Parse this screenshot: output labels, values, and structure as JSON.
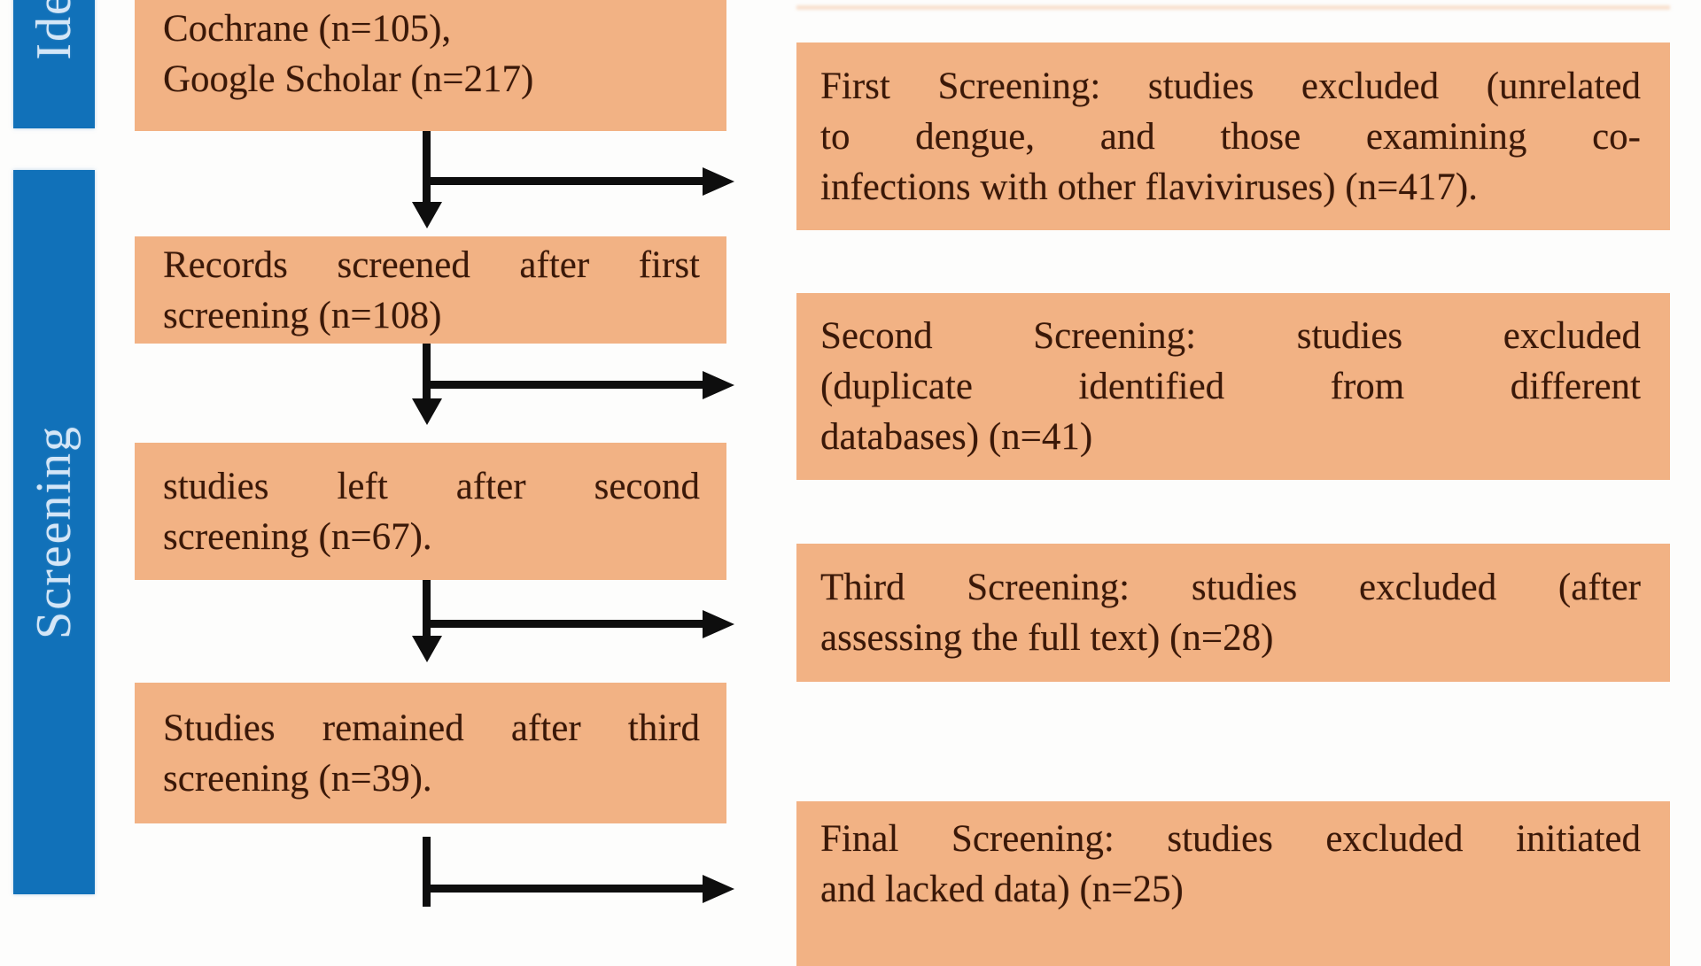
{
  "stages": [
    {
      "label": "Identification"
    },
    {
      "label": "Screening"
    }
  ],
  "left_boxes": [
    {
      "name": "identification-sources",
      "lines": [
        "Cochrane (n=105),",
        "Google Scholar (n=217)"
      ]
    },
    {
      "name": "records-after-first-screening",
      "lines": [
        "Records screened after first",
        "screening (n=108)"
      ]
    },
    {
      "name": "studies-after-second-screening",
      "lines": [
        "studies left after second",
        "screening (n=67)."
      ]
    },
    {
      "name": "studies-after-third-screening",
      "lines": [
        "Studies remained after third",
        "screening (n=39)."
      ]
    }
  ],
  "right_boxes": [
    {
      "name": "first-screening-exclusions",
      "lines": [
        "First Screening: studies excluded (unrelated",
        "to dengue, and those examining co-",
        "infections with other flaviviruses) (n=417)."
      ]
    },
    {
      "name": "second-screening-exclusions",
      "lines": [
        "Second Screening: studies excluded",
        "(duplicate identified from different",
        "databases) (n=41)"
      ]
    },
    {
      "name": "third-screening-exclusions",
      "lines": [
        "Third Screening: studies excluded (after",
        "assessing the full text) (n=28)"
      ]
    },
    {
      "name": "final-screening-exclusions",
      "lines": [
        "Final Screening: studies excluded initiated",
        "and lacked data) (n=25)"
      ]
    }
  ],
  "colors": {
    "box_fill": "#f2b284",
    "stage_bar": "#1171b9",
    "box_text": "#3a1808",
    "stage_text": "#d4e6f7",
    "arrow": "#0e0e0e",
    "background": "#fdfdfc"
  }
}
